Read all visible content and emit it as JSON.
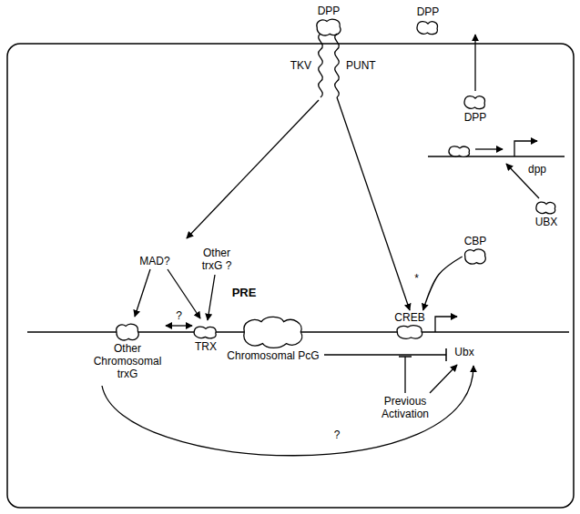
{
  "diagram": {
    "nodes": [
      {
        "text": [
          "DPP"
        ]
      },
      {
        "text": [
          "DPP"
        ]
      },
      {
        "text": [
          "TKV"
        ]
      },
      {
        "text": [
          "PUNT"
        ]
      },
      {
        "text": [
          "DPP"
        ]
      },
      {
        "text": [
          "CBP"
        ]
      },
      {
        "text": [
          "UBX"
        ]
      },
      {
        "text": [
          "Other Chromosomal trxG"
        ]
      },
      {
        "text": [
          "TRX"
        ]
      },
      {
        "text": [
          "Chromosomal PcG"
        ]
      },
      {
        "text": [
          "CREB"
        ]
      }
    ],
    "edges": [
      {
        "from": 3,
        "to": 10,
        "arrow": "to"
      },
      {
        "from": 5,
        "to": 10,
        "arrow": "to",
        "label": "*"
      },
      {
        "from": 7,
        "to": 8,
        "arrow": "both",
        "label": "?"
      }
    ],
    "labels": [
      "MAD?",
      "Other trxG ?",
      "PRE",
      "dpp",
      "Ubx",
      "Previous Activation",
      "?"
    ]
  }
}
